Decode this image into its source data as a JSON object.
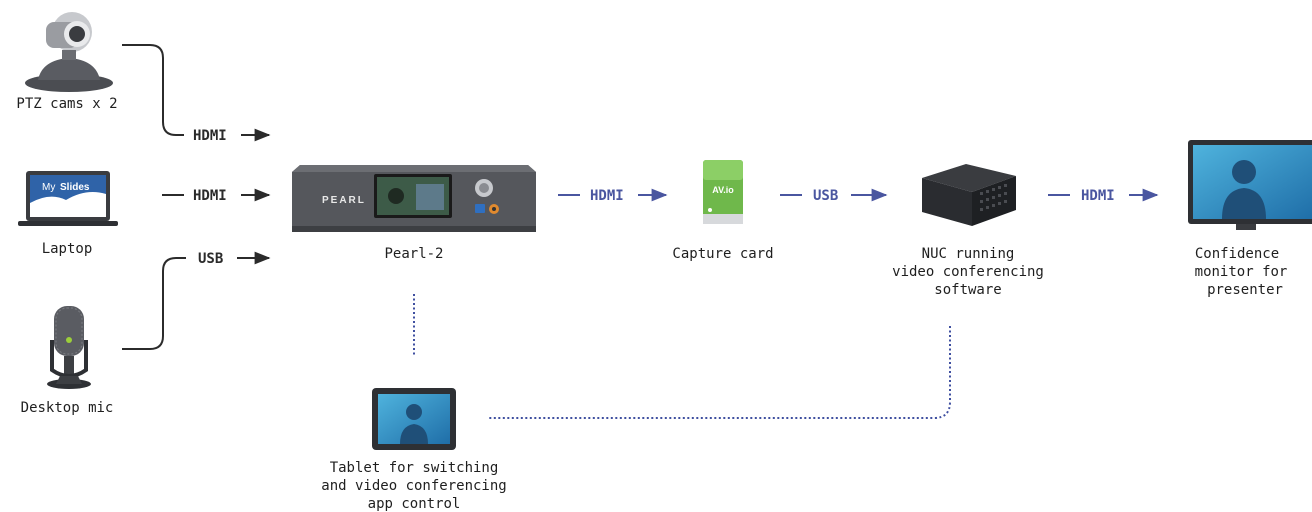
{
  "colors": {
    "line_dark": "#2b2b2b",
    "line_blue": "#4a56a0",
    "dotted_blue": "#3f4fa0",
    "device_gray": "#4b4d52",
    "screen_blue": "#2f8fc2",
    "capture_green": "#6fb84b"
  },
  "devices": {
    "ptz": {
      "label": "PTZ cams x 2",
      "icon": "ptz-camera-icon"
    },
    "laptop": {
      "label": "Laptop",
      "screen_text_1": "My",
      "screen_text_2": "Slides",
      "icon": "laptop-icon"
    },
    "mic": {
      "label": "Desktop mic",
      "icon": "microphone-icon"
    },
    "pearl": {
      "label": "Pearl-2",
      "brand": "PEARL",
      "icon": "pearl-encoder-icon"
    },
    "capture": {
      "label": "Capture card",
      "brand": "AV.io",
      "icon": "capture-card-icon"
    },
    "nuc": {
      "label_lines": [
        "NUC running",
        "video conferencing",
        "software"
      ],
      "icon": "nuc-computer-icon"
    },
    "monitor": {
      "label_lines": [
        "Confidence",
        "monitor for",
        "presenter"
      ],
      "icon": "monitor-icon"
    },
    "tablet": {
      "label_lines": [
        "Tablet for switching",
        "and video conferencing",
        "app control"
      ],
      "icon": "tablet-icon"
    }
  },
  "connections": {
    "ptz_to_pearl": "HDMI",
    "laptop_to_pearl": "HDMI",
    "mic_to_pearl": "USB",
    "pearl_to_capture": "HDMI",
    "capture_to_nuc": "USB",
    "nuc_to_monitor": "HDMI"
  }
}
